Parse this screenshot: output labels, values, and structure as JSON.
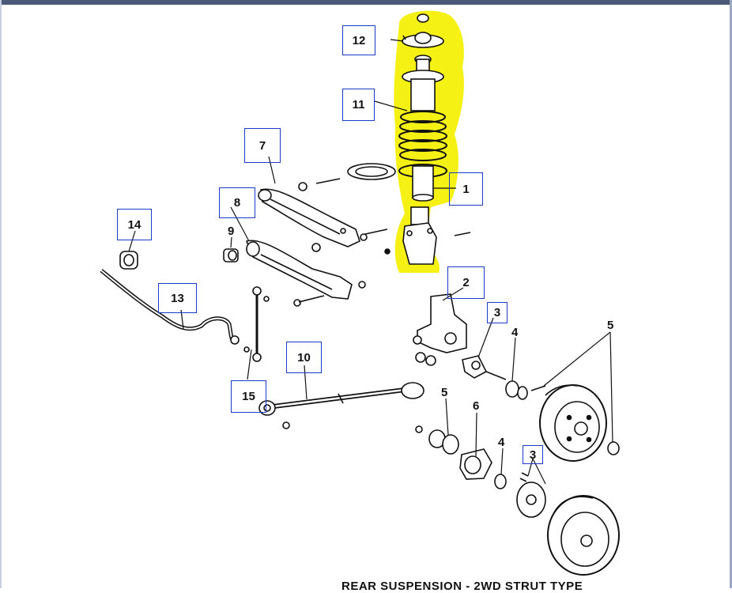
{
  "diagram": {
    "caption": "REAR SUSPENSION - 2WD STRUT TYPE",
    "callouts": {
      "c1": "1",
      "c2": "2",
      "c3a": "3",
      "c3b": "3",
      "c4a": "4",
      "c4b": "4",
      "c5a": "5",
      "c5b": "5",
      "c6": "6",
      "c7": "7",
      "c8": "8",
      "c9": "9",
      "c10": "10",
      "c11": "11",
      "c12": "12",
      "c13": "13",
      "c14": "14",
      "c15": "15"
    },
    "colors": {
      "highlight": "#f5f000",
      "callout_box": "#1a3cc8",
      "line_art": "#111111"
    }
  }
}
